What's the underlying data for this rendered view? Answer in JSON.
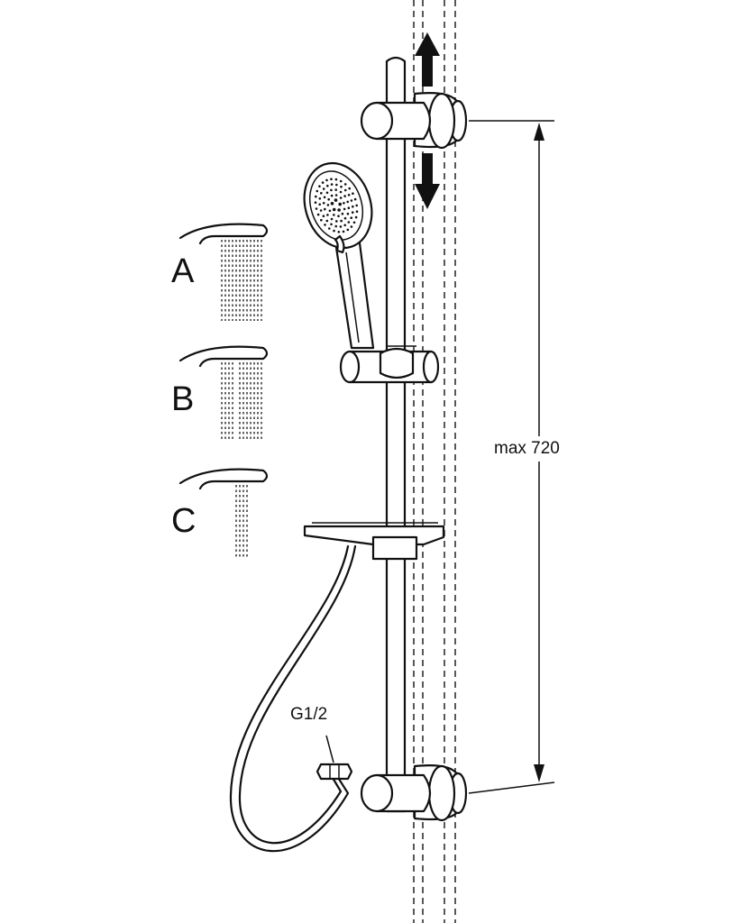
{
  "labels": {
    "mode_a": "A",
    "mode_b": "B",
    "mode_c": "C",
    "dimension": "max 720",
    "thread": "G1/2"
  },
  "colors": {
    "line": "#111111",
    "background": "#ffffff"
  }
}
